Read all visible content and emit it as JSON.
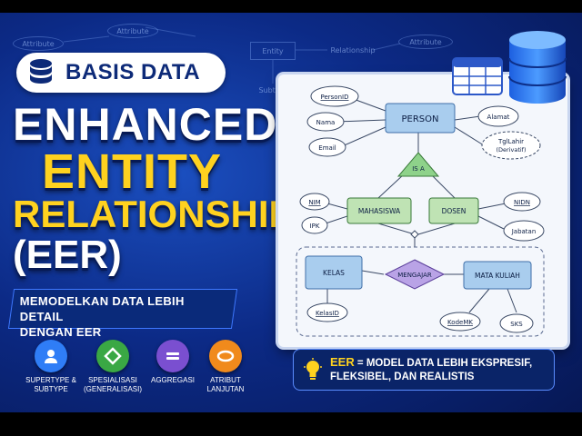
{
  "badge": {
    "text": "BASIS DATA",
    "icon": "database-icon"
  },
  "title": {
    "line1": "ENHANCED",
    "line2": "ENTITY",
    "line3": "RELATIONSHIP",
    "line4": "(EER)"
  },
  "subtitle": {
    "line1": "MEMODELKAN DATA LEBIH DETAIL",
    "line2": "DENGAN EER"
  },
  "background_labels": {
    "attr1": "Attribute",
    "attr2": "Attribute",
    "attr3": "Attribute",
    "entity": "Entity",
    "relationship": "Relationship",
    "subtype": "Subtype"
  },
  "features": [
    {
      "label1": "SUPERTYPE &",
      "label2": "SUBTYPE",
      "icon": "user-icon",
      "color": "#2f7df6"
    },
    {
      "label1": "SPESIALISASI",
      "label2": "(GENERALISASI)",
      "icon": "diamond-icon",
      "color": "#3aa844"
    },
    {
      "label1": "AGGREGASI",
      "label2": "",
      "icon": "equals-icon",
      "color": "#7a4fd0"
    },
    {
      "label1": "ATRIBUT",
      "label2": "LANJUTAN",
      "icon": "ellipse-icon",
      "color": "#f08a1c"
    }
  ],
  "diagram": {
    "person": "PERSON",
    "person_attrs": {
      "personid": "PersonID",
      "nama": "Nama",
      "email": "Email",
      "alamat": "Alamat",
      "tgl1": "TglLahir",
      "tgl2": "(Derivatif)"
    },
    "isa": "IS A",
    "mahasiswa": "MAHASISWA",
    "dosen": "DOSEN",
    "mhs_attrs": {
      "nim": "NIM",
      "ipk": "IPK"
    },
    "dosen_attrs": {
      "nidn": "NIDN",
      "jabatan": "Jabatan"
    },
    "kelas": "KELAS",
    "mengajar": "MENGAJAR",
    "matakuliah": "MATA KULIAH",
    "kelas_attrs": {
      "kelasid": "KelasID"
    },
    "mk_attrs": {
      "kodemk": "KodeMK",
      "sks": "SKS"
    }
  },
  "eer_note": {
    "key": "EER",
    "line1": " = MODEL DATA LEBIH EKSPRESIF,",
    "line2": "FLEKSIBEL, DAN REALISTIS",
    "icon": "lightbulb-icon"
  },
  "colors": {
    "accent_yellow": "#ffd21f",
    "entity_blue": "#a9cdee",
    "entity_green": "#bfe3b4",
    "isa_green": "#8ed28a",
    "relation_purple": "#b9a3e6"
  }
}
